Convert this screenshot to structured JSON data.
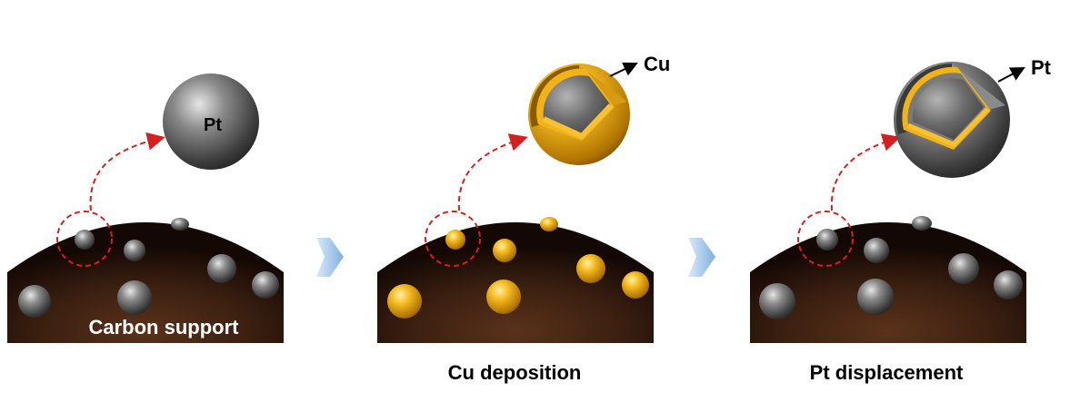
{
  "panels": [
    {
      "caption": "",
      "support_label": "Carbon support",
      "sphere_label": "Pt",
      "sphere": "pt",
      "particles": "pt"
    },
    {
      "caption": "Cu deposition",
      "support_label": "",
      "sphere_label": "Cu",
      "sphere": "cu_shell",
      "particles": "cu"
    },
    {
      "caption": "Pt displacement",
      "support_label": "",
      "sphere_label": "Pt",
      "sphere": "pt_shell",
      "particles": "pt"
    }
  ],
  "colors": {
    "pt": "#6f6f6f",
    "pt_light": "#d9d9d9",
    "pt_dark": "#2e2e2e",
    "cu": "#f2b318",
    "cu_light": "#ffe27a",
    "cu_dark": "#9a6400",
    "carbon": "#3a1f10",
    "carbon_dark": "#120704",
    "highlight": "#d42020",
    "step_arrow": "#9cc3ea"
  },
  "icons": {
    "step_arrow": "right-chevron-arrow-icon",
    "zoom": "dashed-circle-icon"
  }
}
